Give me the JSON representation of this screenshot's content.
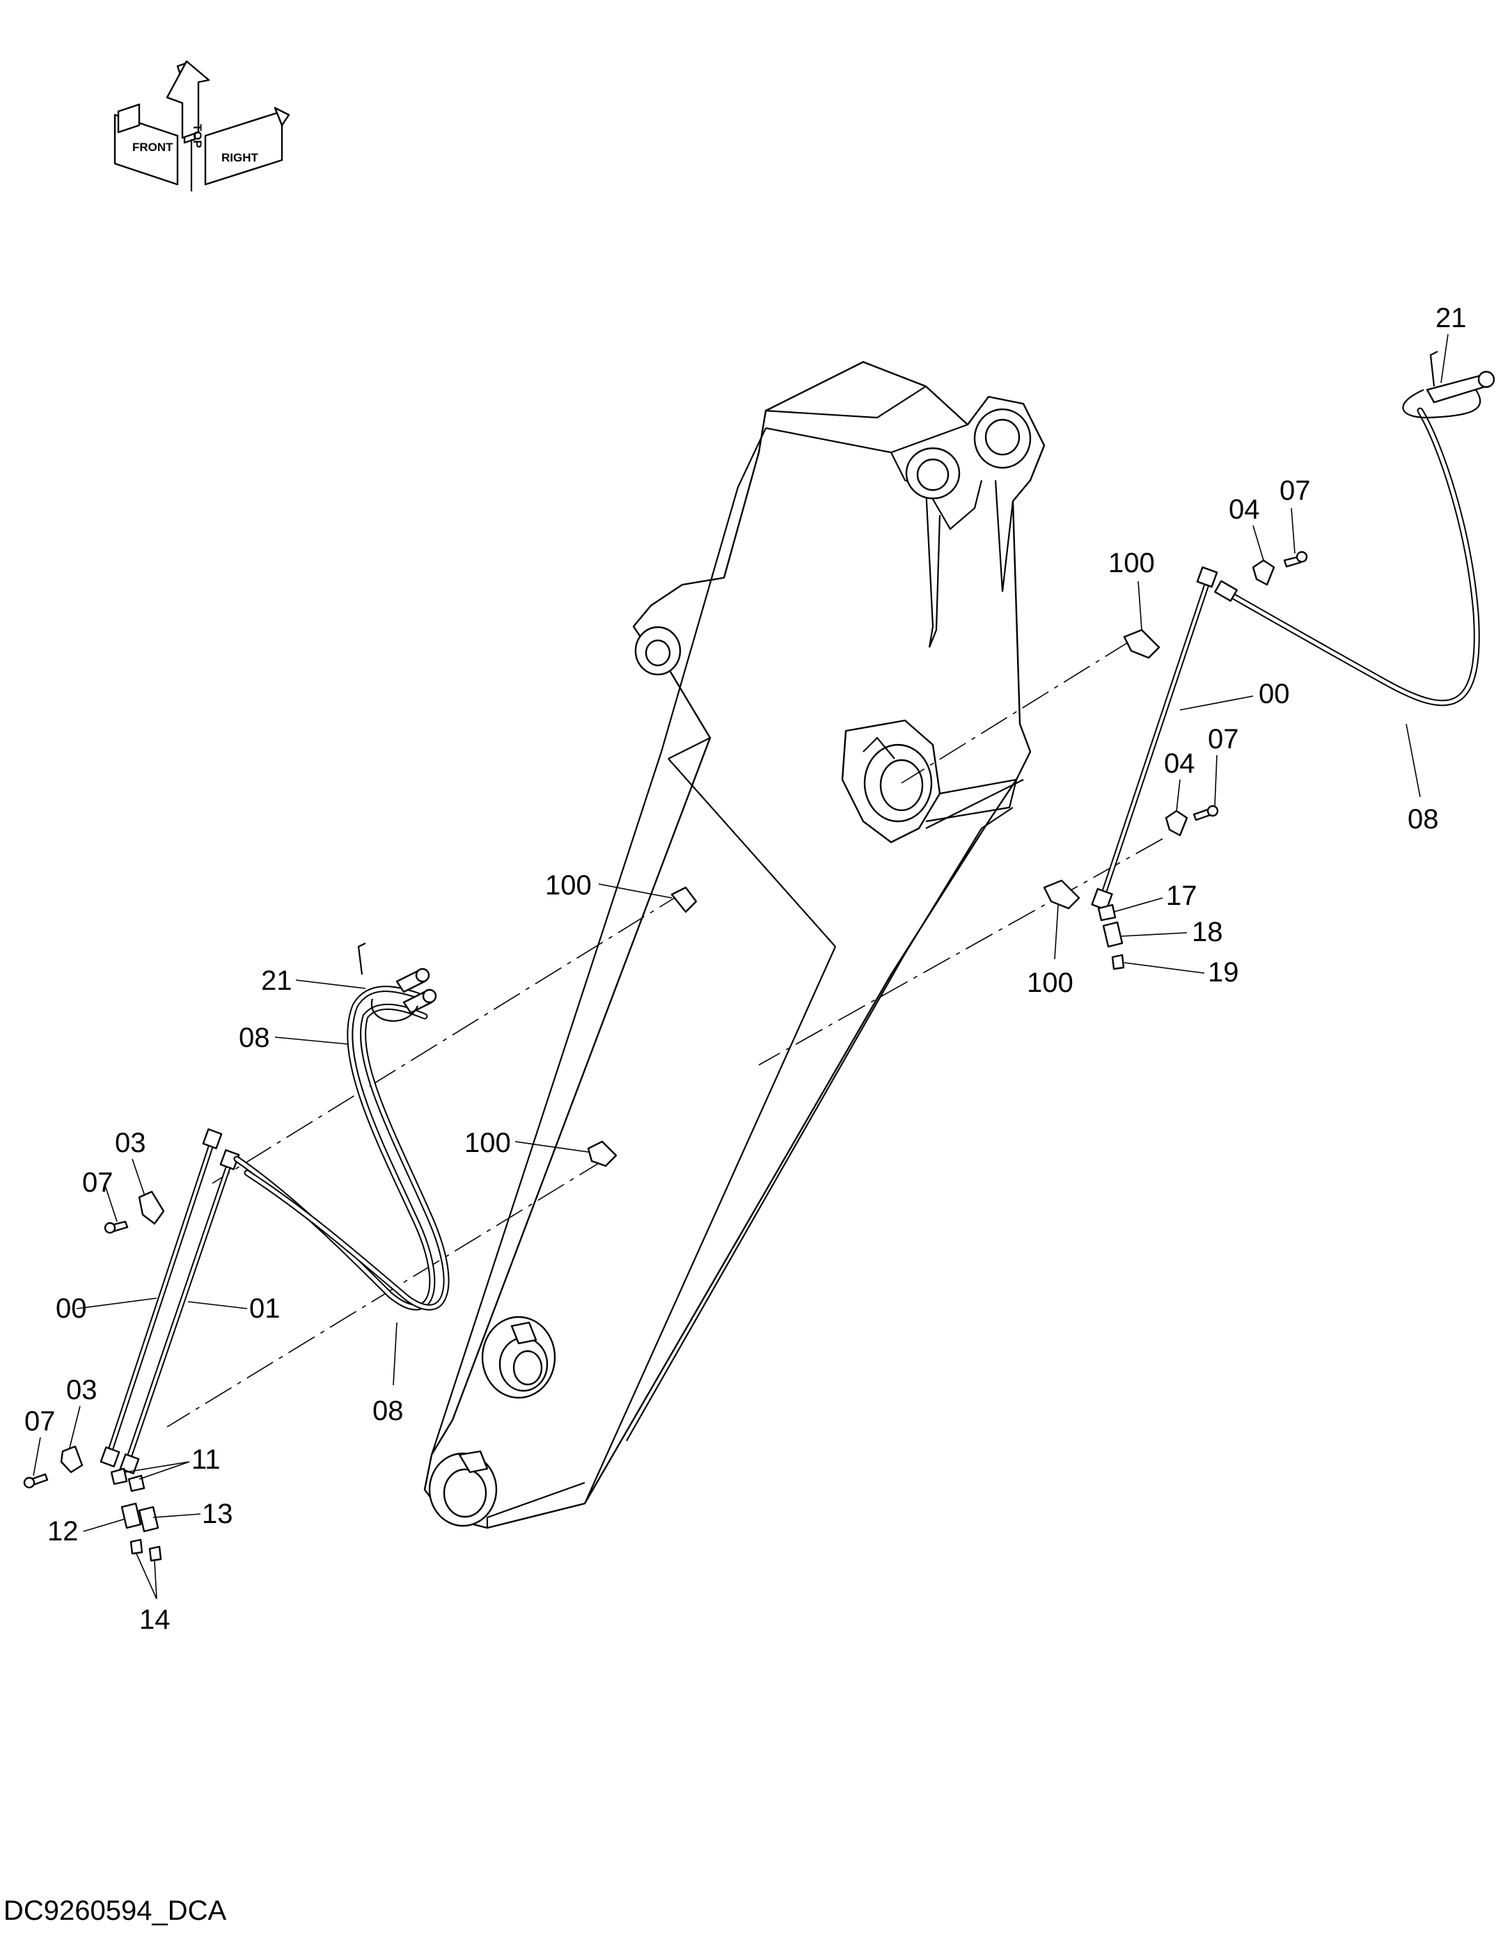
{
  "orientation": {
    "front": "FRONT",
    "top": "TOP",
    "right": "RIGHT"
  },
  "drawing_code": "DC9260594_DCA",
  "callouts": [
    {
      "id": "c1",
      "text": "21"
    },
    {
      "id": "c2",
      "text": "04"
    },
    {
      "id": "c3",
      "text": "07"
    },
    {
      "id": "c4",
      "text": "100"
    },
    {
      "id": "c5",
      "text": "00"
    },
    {
      "id": "c6",
      "text": "08"
    },
    {
      "id": "c7",
      "text": "04"
    },
    {
      "id": "c8",
      "text": "07"
    },
    {
      "id": "c9",
      "text": "17"
    },
    {
      "id": "c10",
      "text": "18"
    },
    {
      "id": "c11",
      "text": "19"
    },
    {
      "id": "c12",
      "text": "100"
    },
    {
      "id": "c13",
      "text": "100"
    },
    {
      "id": "c14",
      "text": "21"
    },
    {
      "id": "c15",
      "text": "08"
    },
    {
      "id": "c16",
      "text": "100"
    },
    {
      "id": "c17",
      "text": "03"
    },
    {
      "id": "c18",
      "text": "07"
    },
    {
      "id": "c19",
      "text": "00"
    },
    {
      "id": "c20",
      "text": "01"
    },
    {
      "id": "c21",
      "text": "08"
    },
    {
      "id": "c22",
      "text": "03"
    },
    {
      "id": "c23",
      "text": "07"
    },
    {
      "id": "c24",
      "text": "11"
    },
    {
      "id": "c25",
      "text": "12"
    },
    {
      "id": "c26",
      "text": "13"
    },
    {
      "id": "c27",
      "text": "14"
    }
  ]
}
